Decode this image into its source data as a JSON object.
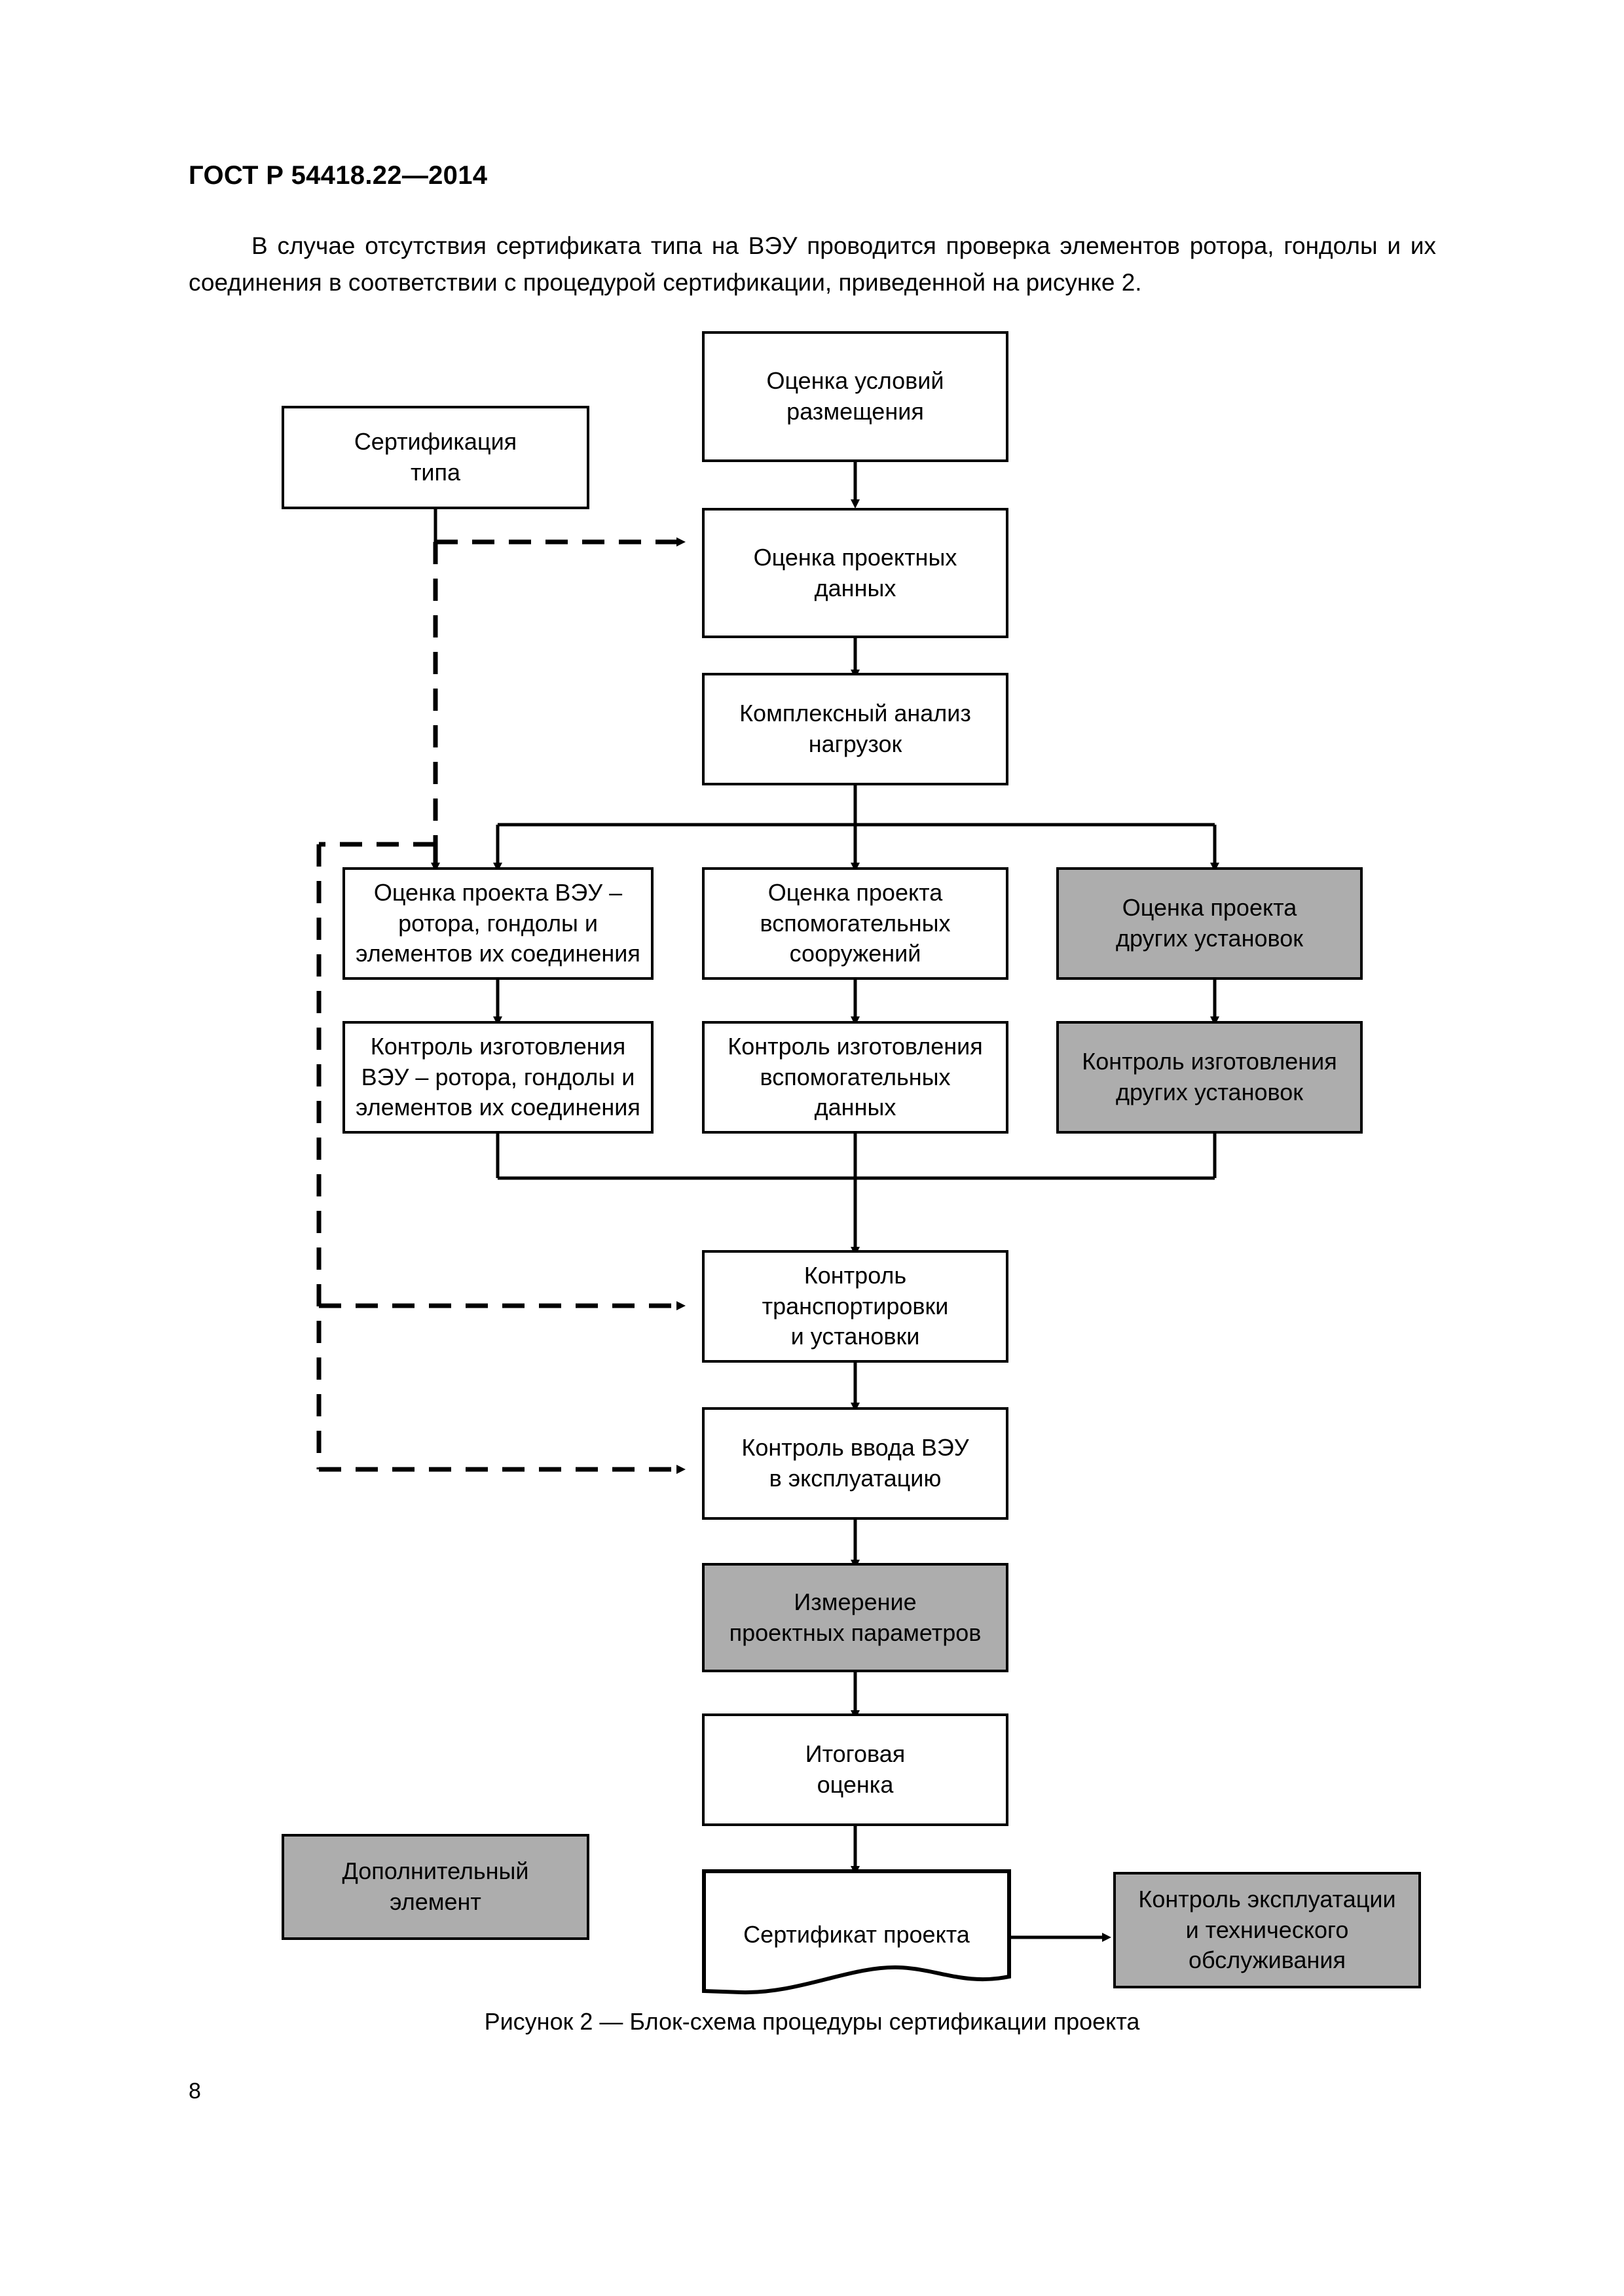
{
  "document": {
    "header": "ГОСТ Р 54418.22—2014",
    "paragraph": "В случае отсутствия сертификата типа на ВЭУ проводится проверка элементов ротора, гондолы и их соединения в соответствии с процедурой сертификации, приведенной на рисунке 2.",
    "figure_caption": "Рисунок 2 — Блок-схема процедуры сертификации проекта",
    "page_number": "8"
  },
  "colors": {
    "shaded_fill": "#adadad",
    "line": "#000000",
    "background": "#ffffff"
  },
  "flowchart": {
    "nodes": {
      "type_certification": {
        "label": "Сертификация\nтипа",
        "shaded": false
      },
      "site_conditions": {
        "label": "Оценка условий\nразмещения",
        "shaded": false
      },
      "design_data": {
        "label": "Оценка проектных\nданных",
        "shaded": false
      },
      "load_analysis": {
        "label": "Комплексный анализ\nнагрузок",
        "shaded": false
      },
      "design_wt": {
        "label": "Оценка проекта ВЭУ –\nротора, гондолы и\nэлементов их соединения",
        "shaded": false
      },
      "design_support": {
        "label": "Оценка проекта\nвспомогательных\nсооружений",
        "shaded": false
      },
      "design_other": {
        "label": "Оценка проекта\nдругих установок",
        "shaded": true
      },
      "manuf_wt": {
        "label": "Контроль изготовления\nВЭУ – ротора, гондолы и\nэлементов их соединения",
        "shaded": false
      },
      "manuf_support": {
        "label": "Контроль изготовления\nвспомогательных\nданных",
        "shaded": false
      },
      "manuf_other": {
        "label": "Контроль изготовления\nдругих установок",
        "shaded": true
      },
      "transport_install": {
        "label": "Контроль\nтранспортировки\nи установки",
        "shaded": false
      },
      "commissioning": {
        "label": "Контроль ввода ВЭУ\nв эксплуатацию",
        "shaded": false
      },
      "measurement": {
        "label": "Измерение\nпроектных параметров",
        "shaded": true
      },
      "final_eval": {
        "label": "Итоговая\nоценка",
        "shaded": false
      },
      "project_certificate": {
        "label": "Сертификат проекта",
        "shaded": false
      },
      "operation_maintenance": {
        "label": "Контроль эксплуатации\nи технического\nобслуживания",
        "shaded": true
      },
      "legend_optional": {
        "label": "Дополнительный\nэлемент",
        "shaded": true
      }
    }
  }
}
